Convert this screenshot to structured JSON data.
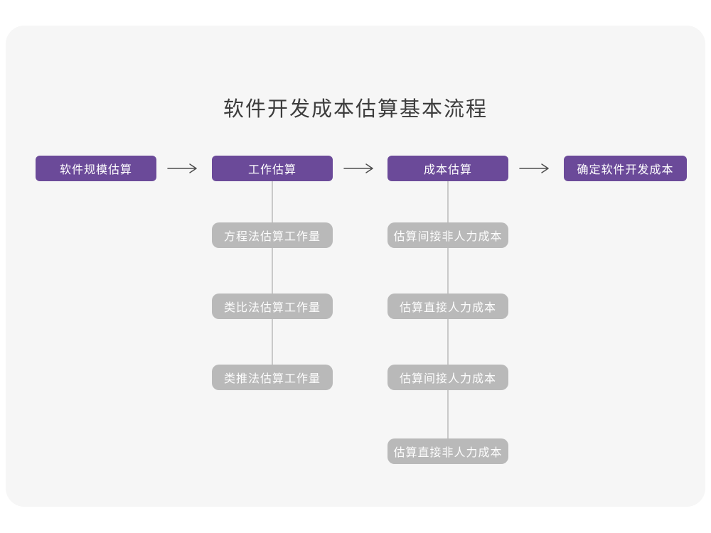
{
  "diagram": {
    "title": "软件开发成本估算基本流程",
    "main_flow": [
      "软件规模估算",
      "工作估算",
      "成本估算",
      "确定软件开发成本"
    ],
    "work_breakdown": [
      "方程法估算工作量",
      "类比法估算工作量",
      "类推法估算工作量"
    ],
    "cost_breakdown": [
      "估算间接非人力成本",
      "估算直接人力成本",
      "估算间接人力成本",
      "估算直接非人力成本"
    ],
    "colors": {
      "primary_node": "#6b4a99",
      "secondary_node": "#b9b9b9",
      "canvas_background": "#f6f6f6",
      "connector_line": "#c9c9c9",
      "arrow": "#4d4d4d",
      "title_text": "#3d3d3d",
      "node_text": "#ffffff"
    }
  }
}
